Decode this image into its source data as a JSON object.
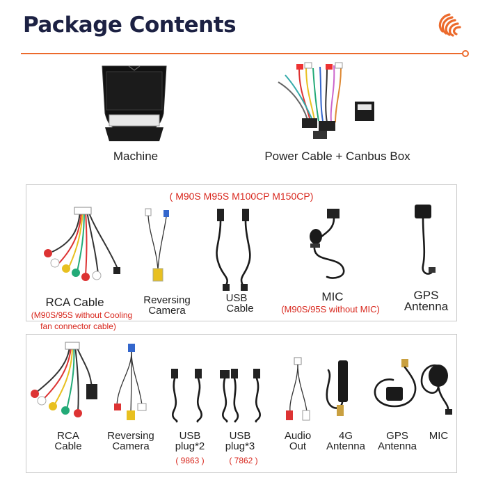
{
  "header": {
    "title": "Package Contents"
  },
  "top_items": {
    "machine": "Machine",
    "power": "Power Cable + Canbus Box"
  },
  "box1": {
    "note": "( M90S M95S M100CP M150CP)",
    "rca_label": "RCA Cable",
    "rca_note_1": "(M90S/95S without Cooling",
    "rca_note_2": "fan connector cable)",
    "reversing_1": "Reversing",
    "reversing_2": "Camera",
    "usb_1": "USB",
    "usb_2": "Cable",
    "mic": "MIC",
    "mic_note": "(M90S/95S without MIC)",
    "gps_1": "GPS",
    "gps_2": "Antenna"
  },
  "box2": {
    "rca_1": "RCA",
    "rca_2": "Cable",
    "reversing_1": "Reversing",
    "reversing_2": "Camera",
    "usb2_1": "USB",
    "usb2_2": "plug*2",
    "usb2_note": "( 9863 )",
    "usb3_1": "USB",
    "usb3_2": "plug*3",
    "usb3_note": "( 7862 )",
    "audio_1": "Audio",
    "audio_2": "Out",
    "g4_1": "4G",
    "g4_2": "Antenna",
    "gps_1": "GPS",
    "gps_2": "Antenna",
    "mic": "MIC"
  },
  "colors": {
    "title": "#1c2143",
    "accent": "#ec6a2c",
    "note_red": "#d8261c"
  },
  "icons": [
    "brand-logo-icon"
  ]
}
